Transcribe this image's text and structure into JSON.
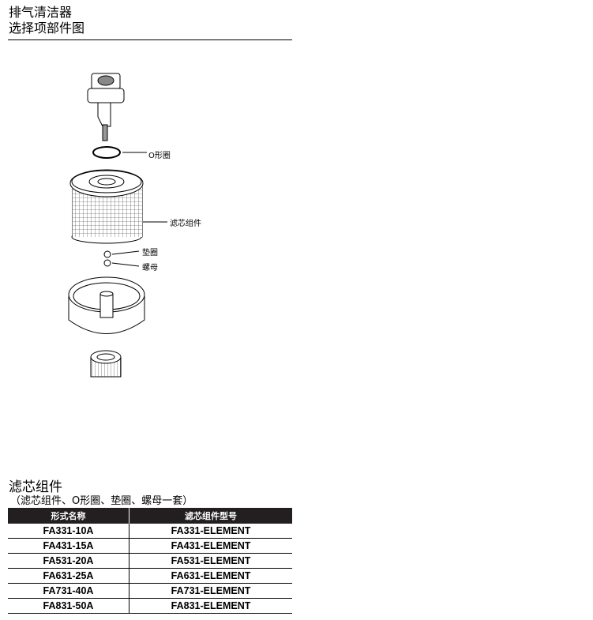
{
  "title_line1": "排气清洁器",
  "title_line2": "选择项部件图",
  "diagram_labels": {
    "o_ring": "O形圈",
    "element": "滤芯组件",
    "washer": "垫圈",
    "nut": "螺母"
  },
  "section_title": "滤芯组件",
  "section_subtitle": "（滤芯组件、O形圈、垫圈、螺母一套）",
  "table": {
    "headers": [
      "形式名称",
      "滤芯组件型号"
    ],
    "rows": [
      [
        "FA331-10A",
        "FA331-ELEMENT"
      ],
      [
        "FA431-15A",
        "FA431-ELEMENT"
      ],
      [
        "FA531-20A",
        "FA531-ELEMENT"
      ],
      [
        "FA631-25A",
        "FA631-ELEMENT"
      ],
      [
        "FA731-40A",
        "FA731-ELEMENT"
      ],
      [
        "FA831-50A",
        "FA831-ELEMENT"
      ]
    ]
  }
}
